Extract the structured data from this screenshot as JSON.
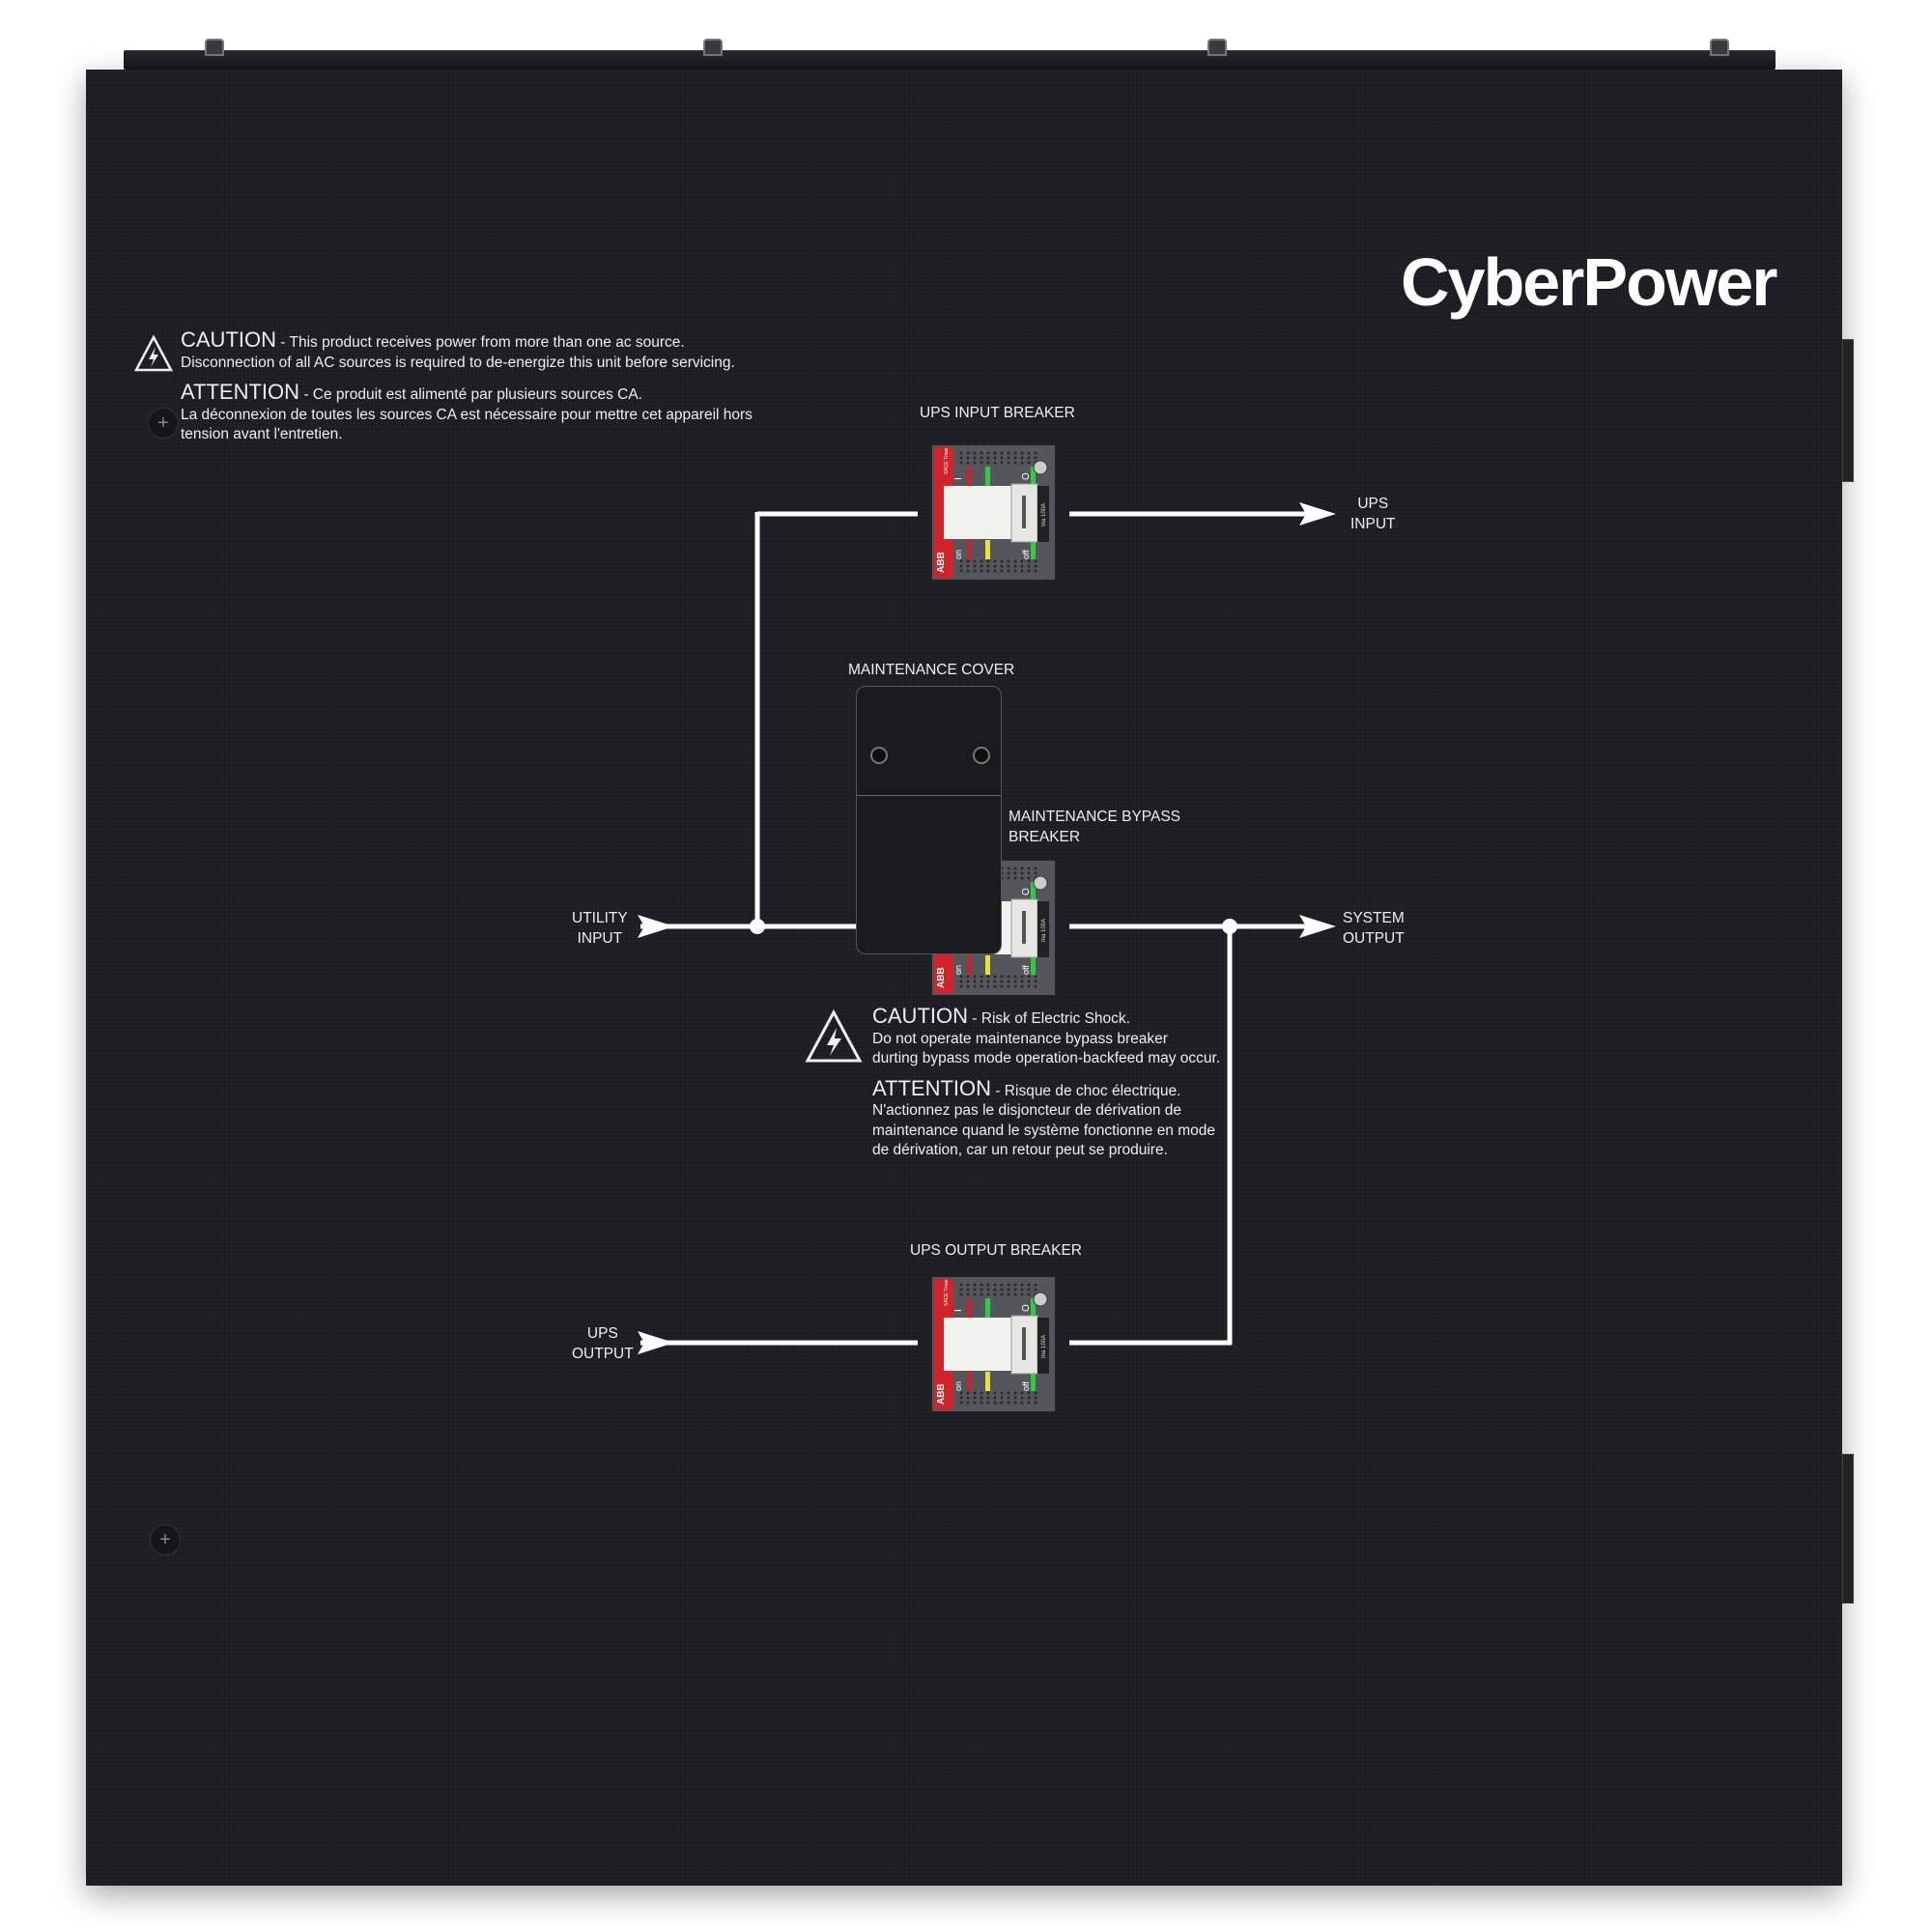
{
  "brand": {
    "logo": "CyberPower"
  },
  "top_warning": {
    "caution_heading": "CAUTION",
    "caution_line1": " - This product receives power from more than one ac source.",
    "caution_line2": "Disconnection of all AC sources is required to de-energize this unit before servicing.",
    "attention_heading": "ATTENTION",
    "attention_line1": " - Ce produit est alimenté par plusieurs sources CA.",
    "attention_line2": "La déconnexion de toutes les sources CA est nécessaire pour mettre cet appareil hors",
    "attention_line3": "tension avant l'entretien."
  },
  "labels": {
    "ups_input_breaker": "UPS INPUT BREAKER",
    "ups_input_1": "UPS",
    "ups_input_2": "INPUT",
    "maintenance_cover": "MAINTENANCE COVER",
    "bypass_1": "MAINTENANCE BYPASS",
    "bypass_2": "BREAKER",
    "utility_1": "UTILITY",
    "utility_2": "INPUT",
    "system_1": "SYSTEM",
    "system_2": "OUTPUT",
    "ups_output_breaker": "UPS OUTPUT BREAKER",
    "ups_output_1": "UPS",
    "ups_output_2": "OUTPUT"
  },
  "breaker": {
    "brand": "ABB",
    "on": "on",
    "off": "off",
    "on_symbol": "I",
    "off_symbol": "O",
    "rating": "Ina 100A",
    "series": "SACE Tmax"
  },
  "bypass_warning": {
    "caution_heading": "CAUTION",
    "caution_line1": " - Risk of Electric Shock.",
    "caution_line2": "Do not operate maintenance bypass breaker",
    "caution_line3": "durting bypass mode operation-backfeed may occur.",
    "attention_heading": "ATTENTION",
    "attention_line1": " - Risque de choc électrique.",
    "attention_line2": "N'actionnez pas le disjoncteur de dérivation de",
    "attention_line3": "maintenance quand le système fonctionne en mode",
    "attention_line4": "de dérivation, car un retour peut se produire."
  },
  "colors": {
    "panel": "#1d1e23",
    "line": "#ffffff",
    "breaker_red": "#d2232a",
    "indicator_green": "#2ecc40",
    "indicator_yellow": "#e8e13a"
  }
}
